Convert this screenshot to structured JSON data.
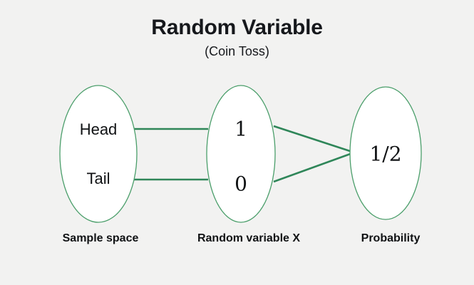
{
  "header": {
    "title": "Random Variable",
    "subtitle": "(Coin Toss)"
  },
  "colors": {
    "background": "#f2f2f1",
    "ellipse_stroke": "#4a9e6a",
    "ellipse_fill": "#ffffff",
    "connector": "#2f8659",
    "text": "#101214"
  },
  "nodes": {
    "sample_space": {
      "caption": "Sample space",
      "items": [
        {
          "label": "Head"
        },
        {
          "label": "Tail"
        }
      ]
    },
    "random_variable": {
      "caption": "Random variable X",
      "items": [
        {
          "label": "1"
        },
        {
          "label": "0"
        }
      ]
    },
    "probability": {
      "caption": "Probability",
      "items": [
        {
          "label": "1/2"
        }
      ]
    }
  },
  "edges": [
    {
      "name": "head-to-one"
    },
    {
      "name": "tail-to-zero"
    },
    {
      "name": "one-to-half"
    },
    {
      "name": "zero-to-half"
    }
  ]
}
